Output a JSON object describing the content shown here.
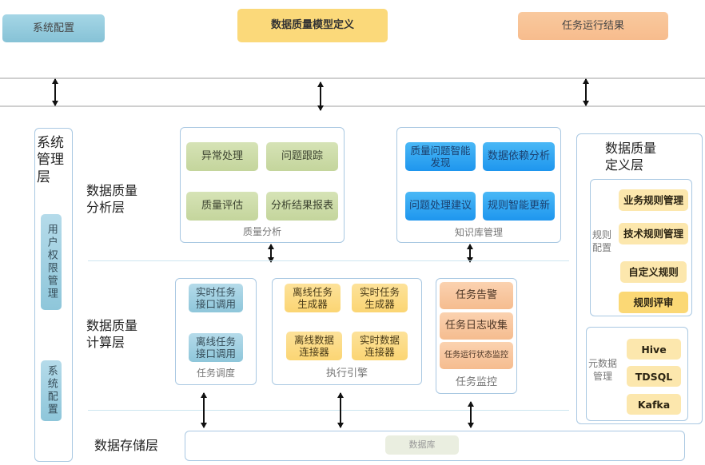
{
  "top_modules": {
    "system_config": "系统配置",
    "model_definition": "数据质量模型定义",
    "task_result": "任务运行结果"
  },
  "system_layer": {
    "title": "系统管理层",
    "items": [
      "用户权限管理",
      "系统配置"
    ]
  },
  "analysis_layer": {
    "title_line1": "数据质量",
    "title_line2": "分析层",
    "quality_analysis": {
      "label": "质量分析",
      "items": [
        "异常处理",
        "问题跟踪",
        "质量评估",
        "分析结果报表"
      ]
    },
    "knowledge_base": {
      "label": "知识库管理",
      "items": [
        {
          "line1": "质量问题智能",
          "line2": "发现"
        },
        {
          "line1": "数据依赖分析",
          "line2": ""
        },
        {
          "line1": "问题处理建议",
          "line2": ""
        },
        {
          "line1": "规则智能更新",
          "line2": ""
        }
      ]
    }
  },
  "compute_layer": {
    "title_line1": "数据质量",
    "title_line2": "计算层",
    "scheduling": {
      "label": "任务调度",
      "items": [
        {
          "line1": "实时任务",
          "line2": "接口调用"
        },
        {
          "line1": "离线任务",
          "line2": "接口调用"
        }
      ]
    },
    "engine": {
      "label": "执行引擎",
      "items": [
        {
          "line1": "离线任务",
          "line2": "生成器"
        },
        {
          "line1": "实时任务",
          "line2": "生成器"
        },
        {
          "line1": "离线数据",
          "line2": "连接器"
        },
        {
          "line1": "实时数据",
          "line2": "连接器"
        }
      ]
    },
    "monitoring": {
      "label": "任务监控",
      "items": [
        "任务告警",
        "任务日志收集",
        "任务运行状态监控"
      ]
    }
  },
  "definition_layer": {
    "title_line1": "数据质量",
    "title_line2": "定义层",
    "rule_config": {
      "label_line1": "规则",
      "label_line2": "配置",
      "items": [
        "业务规则管理",
        "技术规则管理",
        "自定义规则",
        "规则评审"
      ]
    },
    "metadata": {
      "label_line1": "元数据",
      "label_line2": "管理",
      "items": [
        "Hive",
        "TDSQL",
        "Kafka"
      ]
    }
  },
  "storage_layer": {
    "title": "数据存储层",
    "database": "数据库"
  }
}
